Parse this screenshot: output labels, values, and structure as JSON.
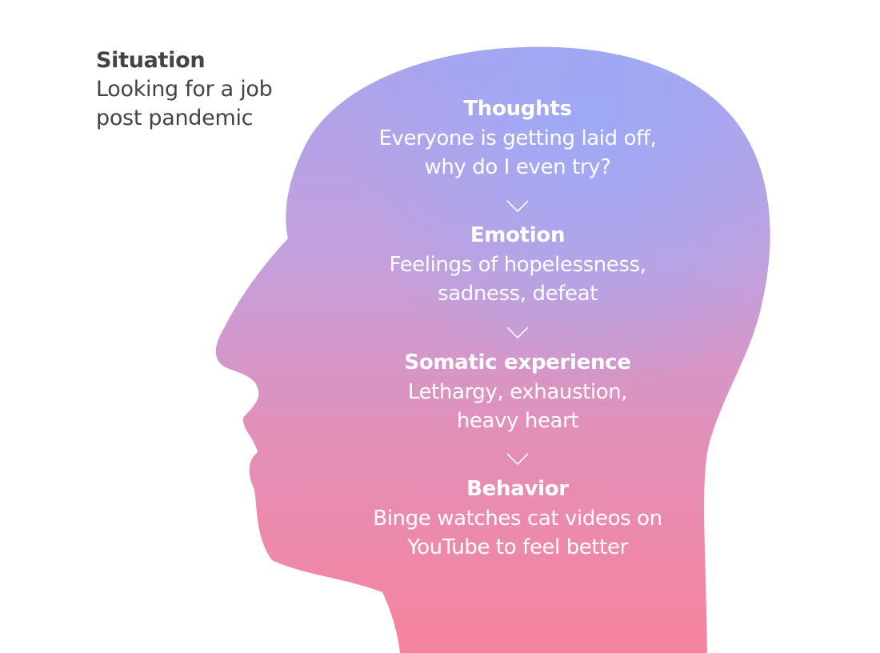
{
  "situation": {
    "heading": "Situation",
    "lines": [
      "Looking for a job",
      "post pandemic"
    ]
  },
  "steps": [
    {
      "title": "Thoughts",
      "lines": [
        "Everyone is getting laid off,",
        "why do I even try?"
      ]
    },
    {
      "title": "Emotion",
      "lines": [
        "Feelings of hopelessness,",
        "sadness, defeat"
      ]
    },
    {
      "title": "Somatic experience",
      "lines": [
        "Lethargy, exhaustion,",
        "heavy heart"
      ]
    },
    {
      "title": "Behavior",
      "lines": [
        "Binge watches cat videos on",
        "YouTube to feel better"
      ]
    }
  ],
  "colors": {
    "gradient_top": "#9ea6f6",
    "gradient_mid": "#c99ed9",
    "gradient_bottom": "#f7839f",
    "text_dark": "#444444",
    "text_light": "#ffffff"
  },
  "icons": {
    "arrow": "chevron-down-icon"
  }
}
